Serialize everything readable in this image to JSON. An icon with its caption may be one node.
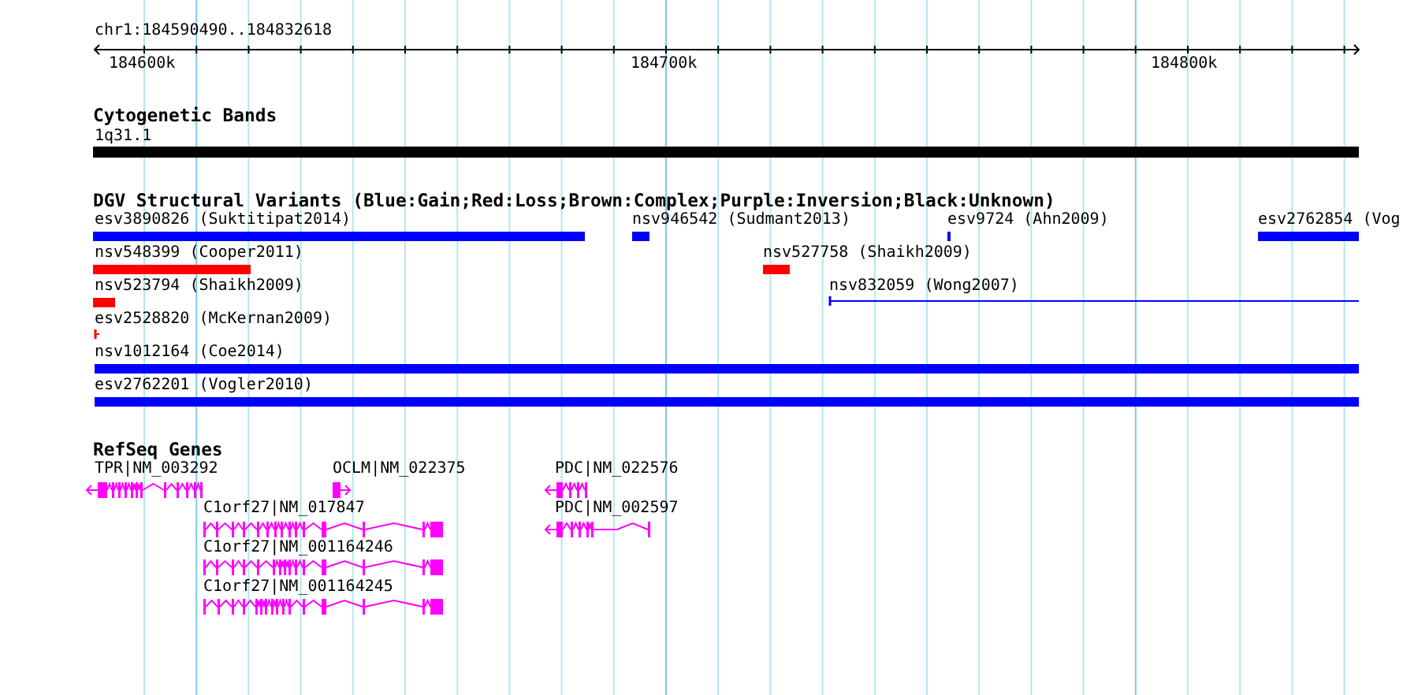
{
  "diagram": {
    "labels": [
      "chr1:184590490..184832618",
      "184600k",
      "184700k",
      "184800k",
      "Cytogenetic Bands",
      "1q31.1",
      "DGV Structural Variants (Blue:Gain;Red:Loss;Brown:Complex;Purple:Inversion;Black:Unknown)",
      "esv3890826 (Suktitipat2014)",
      "nsv946542 (Sudmant2013)",
      "esv9724 (Ahn2009)",
      "esv2762854 (Vog",
      "nsv548399 (Cooper2011)",
      "nsv527758 (Shaikh2009)",
      "nsv523794 (Shaikh2009)",
      "nsv832059 (Wong2007)",
      "esv2528820 (McKernan2009)",
      "nsv1012164 (Coe2014)",
      "esv2762201 (Vogler2010)",
      "RefSeq Genes",
      "TPR|NM_003292",
      "OCLM|NM_022375",
      "PDC|NM_022576",
      "C1orf27|NM_017847",
      "PDC|NM_002597",
      "C1orf27|NM_001164246",
      "C1orf27|NM_001164245"
    ]
  }
}
